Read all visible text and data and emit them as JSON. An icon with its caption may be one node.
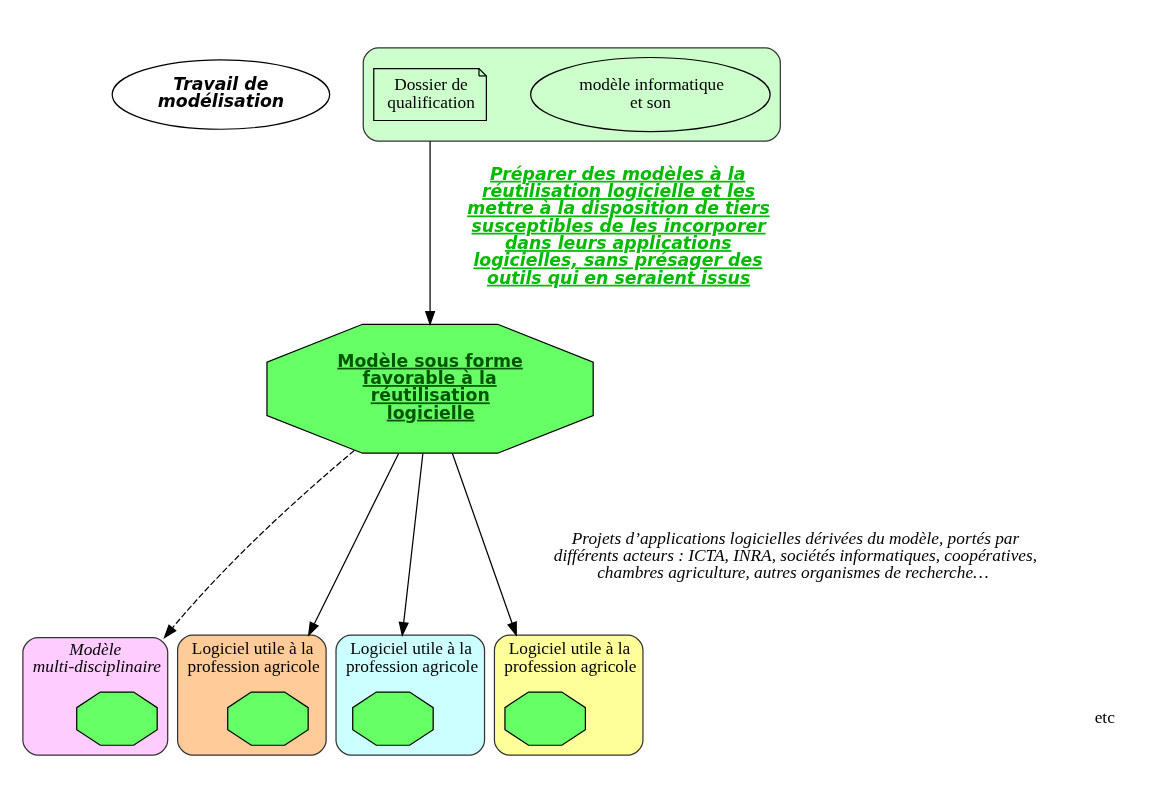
{
  "diagram": {
    "nodes": [
      {
        "text": [
          "Travail de modélisation"
        ]
      },
      {
        "text": [],
        "shape": "box"
      },
      {
        "text": [
          "modèle informatique et son"
        ],
        "in": 1
      },
      {
        "text": [
          "Dossier de qualification"
        ],
        "in": 1
      },
      {
        "text": [
          "Modèle sous forme favorable à la réutilisation logicielle"
        ]
      },
      {
        "text": [
          "Modèle multi-disciplinaire"
        ]
      },
      {
        "text": [],
        "shape": "octagon",
        "in": 5
      },
      {
        "text": [
          "Logiciel utile à la profession agricole"
        ]
      },
      {
        "text": [],
        "shape": "octagon",
        "in": 7
      },
      {
        "text": [
          "Logiciel utile à la profession agricole"
        ]
      },
      {
        "text": [],
        "shape": "octagon",
        "in": 9
      },
      {
        "text": [
          "Logiciel utile à la profession agricole"
        ]
      },
      {
        "text": [],
        "shape": "octagon",
        "in": 11
      }
    ],
    "edges": [
      {
        "from": 1,
        "to": 4,
        "arrow": "to",
        "label": "Préparer des modèles à la réutilisation logicielle et les mettre à la disposition de tiers susceptibles de les incorporer dans leurs applications logicielles, sans présager des outils qui en seraient issus"
      },
      {
        "from": 4,
        "to": 5,
        "arrow": "to",
        "style": "dashed"
      },
      {
        "from": 4,
        "to": 7,
        "arrow": "to"
      },
      {
        "from": 4,
        "to": 9,
        "arrow": "to"
      },
      {
        "from": 4,
        "to": 11,
        "arrow": "to"
      }
    ],
    "labels": [
      "Projets d’applications logicielles dérivées du modèle, portés par différents acteurs : ICTA, INRA, sociétés informatiques, coopératives, chambres agriculture, autres organismes de recherche…",
      "etc"
    ]
  }
}
